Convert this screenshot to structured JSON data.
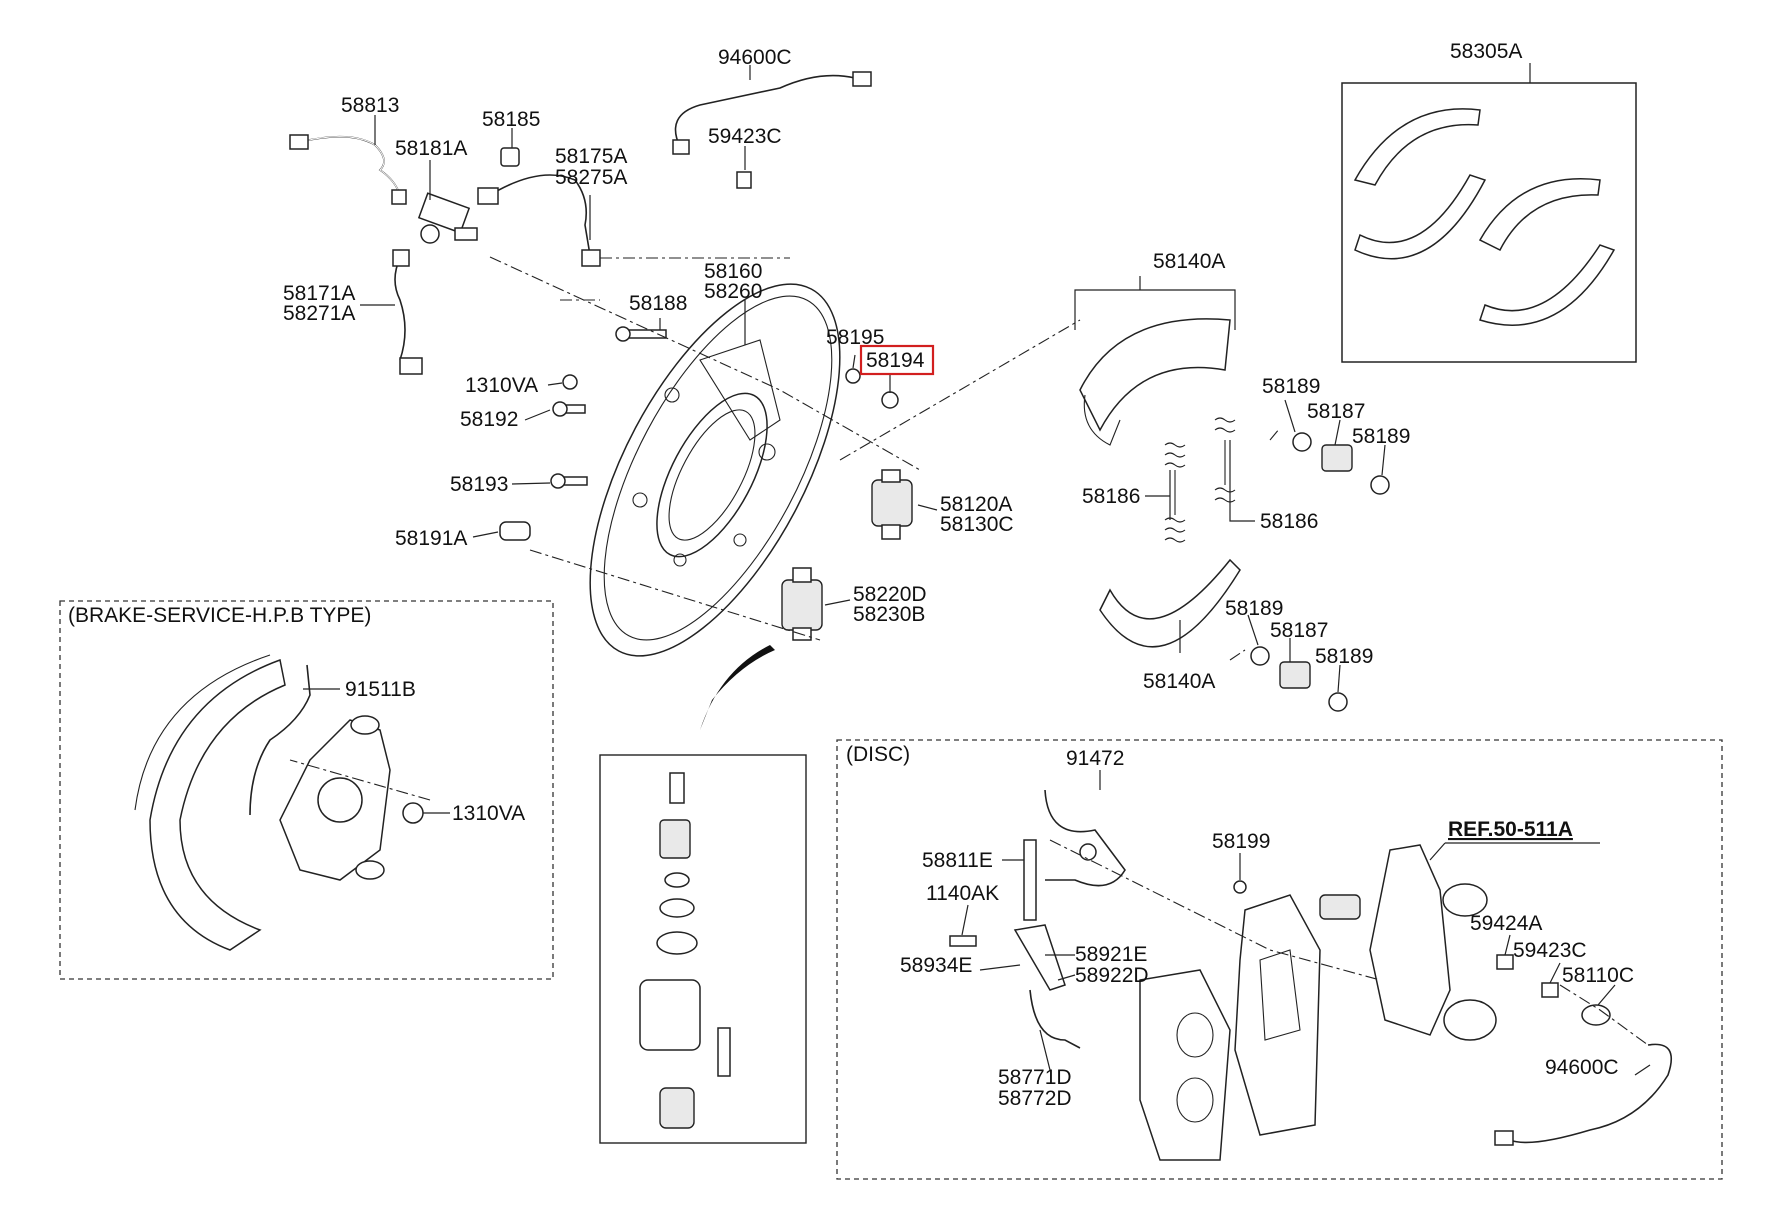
{
  "sections": {
    "hpb": "(BRAKE-SERVICE-H.P.B TYPE)",
    "disc": "(DISC)"
  },
  "reference": "REF.50-511A",
  "highlight_color": "#d21f1f",
  "parts": [
    {
      "id": "p94600c_top",
      "text": "94600C"
    },
    {
      "id": "p58813",
      "text": "58813"
    },
    {
      "id": "p58185",
      "text": "58185"
    },
    {
      "id": "p58181a",
      "text": "58181A"
    },
    {
      "id": "p58175a",
      "text": "58175A"
    },
    {
      "id": "p58275a",
      "text": "58275A"
    },
    {
      "id": "p59423c_top",
      "text": "59423C"
    },
    {
      "id": "p58305a",
      "text": "58305A"
    },
    {
      "id": "p58171a",
      "text": "58171A"
    },
    {
      "id": "p58271a",
      "text": "58271A"
    },
    {
      "id": "p58160",
      "text": "58160"
    },
    {
      "id": "p58260",
      "text": "58260"
    },
    {
      "id": "p58188",
      "text": "58188"
    },
    {
      "id": "p58140a_top",
      "text": "58140A"
    },
    {
      "id": "p58195",
      "text": "58195"
    },
    {
      "id": "p58194",
      "text": "58194"
    },
    {
      "id": "p1310va_top",
      "text": "1310VA"
    },
    {
      "id": "p58192",
      "text": "58192"
    },
    {
      "id": "p58189_a",
      "text": "58189"
    },
    {
      "id": "p58187_a",
      "text": "58187"
    },
    {
      "id": "p58189_b",
      "text": "58189"
    },
    {
      "id": "p58193",
      "text": "58193"
    },
    {
      "id": "p58186_l",
      "text": "58186"
    },
    {
      "id": "p58120a",
      "text": "58120A"
    },
    {
      "id": "p58130c",
      "text": "58130C"
    },
    {
      "id": "p58186_r",
      "text": "58186"
    },
    {
      "id": "p58191a",
      "text": "58191A"
    },
    {
      "id": "p58220d",
      "text": "58220D"
    },
    {
      "id": "p58230b",
      "text": "58230B"
    },
    {
      "id": "p58189_c",
      "text": "58189"
    },
    {
      "id": "p58187_b",
      "text": "58187"
    },
    {
      "id": "p58189_d",
      "text": "58189"
    },
    {
      "id": "p58140a_bot",
      "text": "58140A"
    },
    {
      "id": "p91511b",
      "text": "91511B"
    },
    {
      "id": "p1310va_hpb",
      "text": "1310VA"
    },
    {
      "id": "p91472",
      "text": "91472"
    },
    {
      "id": "p58199",
      "text": "58199"
    },
    {
      "id": "p58811e",
      "text": "58811E"
    },
    {
      "id": "p1140ak",
      "text": "1140AK"
    },
    {
      "id": "p59424a",
      "text": "59424A"
    },
    {
      "id": "p59423c_disc",
      "text": "59423C"
    },
    {
      "id": "p58921e",
      "text": "58921E"
    },
    {
      "id": "p58934e",
      "text": "58934E"
    },
    {
      "id": "p58922d",
      "text": "58922D"
    },
    {
      "id": "p58110c",
      "text": "58110C"
    },
    {
      "id": "p58771d",
      "text": "58771D"
    },
    {
      "id": "p58772d",
      "text": "58772D"
    },
    {
      "id": "p94600c_disc",
      "text": "94600C"
    }
  ]
}
